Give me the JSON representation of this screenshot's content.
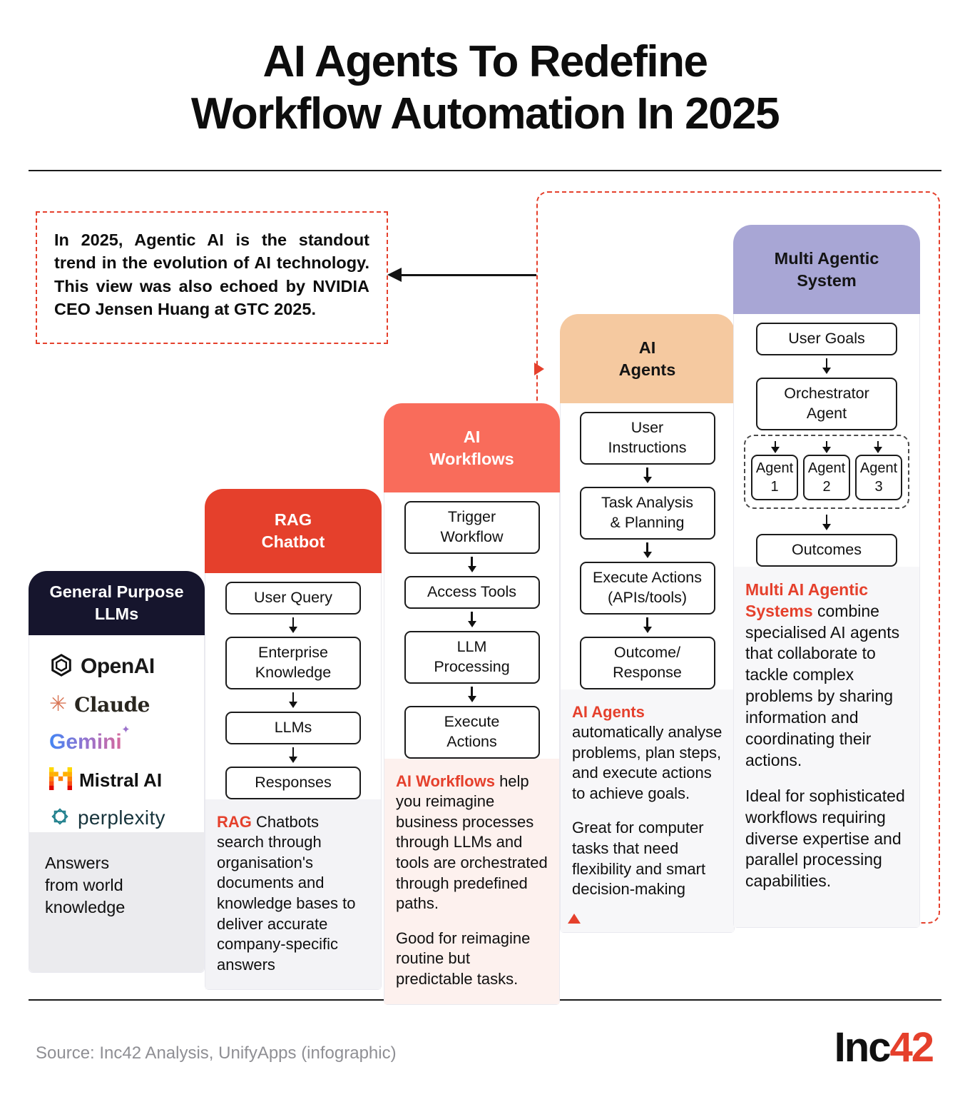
{
  "title": {
    "line1": "AI Agents To Redefine",
    "line2": "Workflow Automation In 2025"
  },
  "callout": {
    "text": "In 2025, Agentic AI is the standout trend in the evolution of AI technology. This view was also echoed by NVIDIA CEO Jensen Huang at GTC 2025."
  },
  "columns": {
    "llms": {
      "header_line1": "General Purpose",
      "header_line2": "LLMs",
      "logos": [
        {
          "icon": "openai-icon",
          "label": "OpenAI"
        },
        {
          "icon": "claude-icon",
          "label": "Claude"
        },
        {
          "icon": "gemini-icon",
          "label": "Gemini"
        },
        {
          "icon": "mistral-icon",
          "label": "Mistral AI"
        },
        {
          "icon": "perplexity-icon",
          "label": "perplexity"
        }
      ],
      "footer": "Answers\nfrom world\nknowledge"
    },
    "rag": {
      "header_line1": "RAG",
      "header_line2": "Chatbot",
      "steps": [
        "User Query",
        "Enterprise\nKnowledge",
        "LLMs",
        "Responses"
      ],
      "desc_lead": "RAG",
      "desc_rest": " Chatbots search through organisation's documents and knowledge bases to deliver accurate company-specific answers"
    },
    "workflows": {
      "header_line1": "AI",
      "header_line2": "Workflows",
      "steps": [
        "Trigger\nWorkflow",
        "Access Tools",
        "LLM\nProcessing",
        "Execute\nActions"
      ],
      "desc_lead": "AI Workflows",
      "desc_rest": " help you reimagine business processes through LLMs and tools are orchestrated through predefined paths.",
      "desc2": "Good for reimagine routine but predictable tasks."
    },
    "agents": {
      "header_line1": "AI",
      "header_line2": "Agents",
      "steps": [
        "User\nInstructions",
        "Task Analysis\n& Planning",
        "Execute Actions\n(APIs/tools)",
        "Outcome/\nResponse"
      ],
      "desc_lead": "AI Agents",
      "desc_rest": " automatically analyse problems, plan steps, and execute actions to achieve goals.",
      "desc2": "Great for computer tasks that need flexibility and smart decision-making"
    },
    "multi": {
      "header_line1": "Multi Agentic",
      "header_line2": "System",
      "user_goals": "User Goals",
      "orchestrator": "Orchestrator\nAgent",
      "agents": [
        "Agent\n1",
        "Agent\n2",
        "Agent\n3"
      ],
      "outcomes": "Outcomes",
      "desc_lead": "Multi AI Agentic Systems",
      "desc_rest": " combine specialised AI agents that collaborate to tackle complex problems by sharing information and coordinating their actions.",
      "desc2": "Ideal for sophisticated workflows requiring diverse expertise and parallel processing capabilities."
    }
  },
  "footer": {
    "source": "Source: Inc42 Analysis, UnifyApps (infographic)",
    "brand_black": "Inc",
    "brand_red": "42"
  },
  "colors": {
    "accent": "#e5402c",
    "llms_header": "#16152d",
    "rag_header": "#e5402c",
    "workflows_header": "#f96c5b",
    "agents_header": "#f5c9a0",
    "multi_header": "#a8a6d5"
  }
}
